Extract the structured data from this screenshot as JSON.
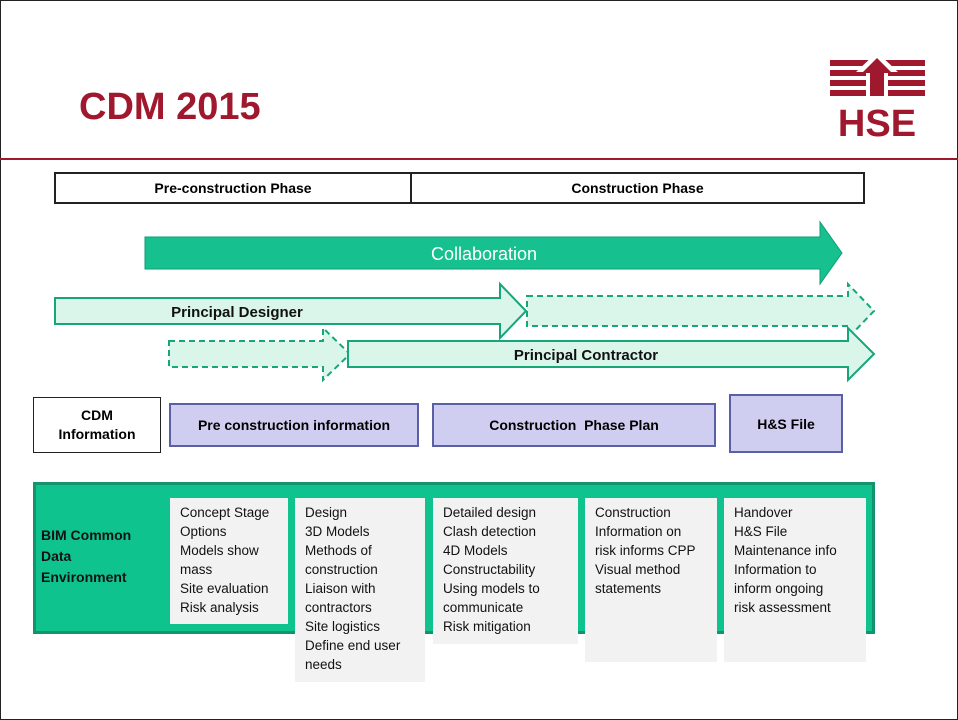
{
  "header": {
    "title": "CDM 2015",
    "logo_text": "HSE"
  },
  "phases": [
    "Pre-construction Phase",
    "Construction Phase"
  ],
  "arrows": {
    "collaboration": "Collaboration",
    "principal_designer": "Principal Designer",
    "principal_contractor": "Principal Contractor"
  },
  "cdm_information": {
    "label": "CDM Information",
    "boxes": [
      "Pre construction information",
      "Construction  Phase Plan",
      "H&S File"
    ]
  },
  "bim": {
    "label": "BIM Common Data Environment",
    "columns": [
      [
        "Concept Stage",
        "Options",
        "Models show",
        "mass",
        "Site evaluation",
        "Risk analysis"
      ],
      [
        "Design",
        "3D Models",
        "Methods of",
        "construction",
        "Liaison with",
        "contractors",
        "Site logistics",
        "Define end user",
        "needs"
      ],
      [
        "Detailed design",
        "Clash detection",
        "4D Models",
        "Constructability",
        "Using models to",
        "communicate",
        "Risk mitigation"
      ],
      [
        "Construction",
        "Information on",
        "risk informs CPP",
        "Visual method",
        "statements"
      ],
      [
        "Handover",
        "H&S File",
        "Maintenance info",
        "Information to",
        "inform ongoing",
        "risk assessment"
      ]
    ]
  },
  "colors": {
    "title_red": "#a0182e",
    "collab_green": "#16c18f",
    "light_green": "#daf5ea",
    "purple_box": "#cfcef0"
  }
}
